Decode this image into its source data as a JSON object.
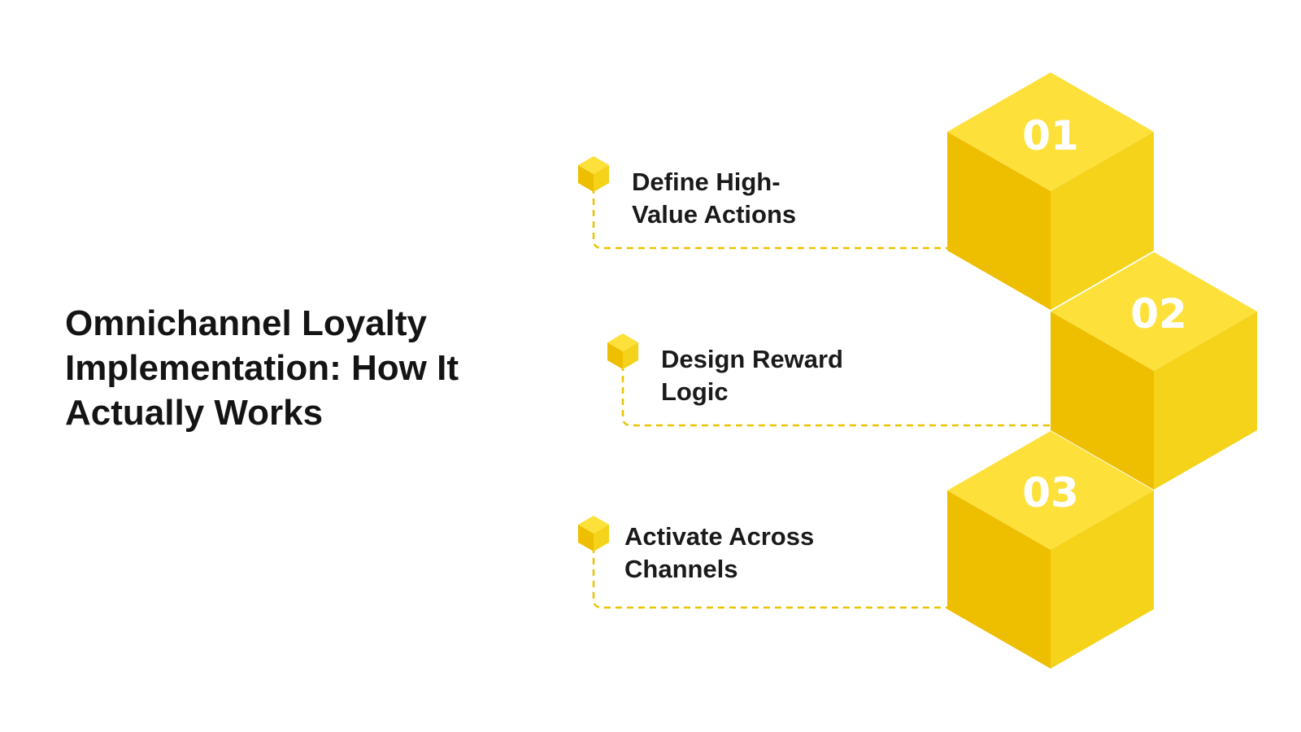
{
  "title": "Omnichannel Loyalty Implementation: How It Actually Works",
  "steps": [
    {
      "number": "01",
      "label_line1": "Define High-",
      "label_line2": "Value Actions"
    },
    {
      "number": "02",
      "label_line1": "Design Reward",
      "label_line2": "Logic"
    },
    {
      "number": "03",
      "label_line1": "Activate Across",
      "label_line2": "Channels"
    }
  ],
  "colors": {
    "cube_top": "#FDE03A",
    "cube_left": "#EEBE00",
    "cube_right": "#F4D31A",
    "connector": "#E8C400",
    "title_text": "#141414",
    "label_text": "#1a1a1a",
    "cube_number": "#ffffff"
  },
  "icons": {
    "step_marker": "small-yellow-cube-icon"
  }
}
